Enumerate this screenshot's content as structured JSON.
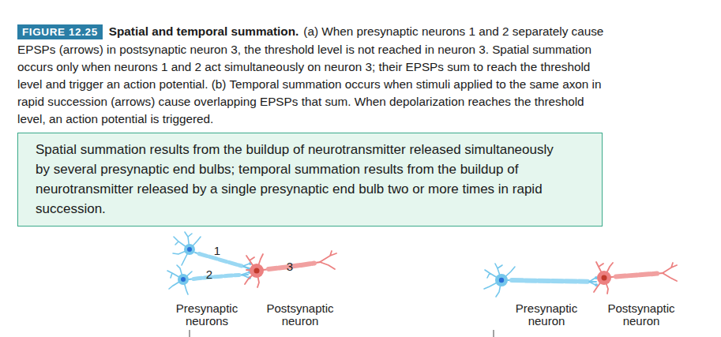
{
  "diagram": {
    "title": "Spatial and temporal summation.",
    "caption": "(a) When presynaptic neurons 1 and 2 separately cause EPSPs (arrows) in postsynaptic neuron 3, the threshold level is not reached in neuron 3. Spatial summation occurs only when neurons 1 and 2 act simultaneously on neuron 3; their EPSPs sum to reach the threshold level and trigger an action potential. (b) Temporal summation occurs when stimuli applied to the same axon in rapid succession (arrows) cause overlapping EPSPs that sum. When depolarization reaches the threshold level, an action potential is triggered.",
    "nodes": [
      {
        "text": [
          "Spatial summation results from the buildup of neurotransmitter released simultaneously by several presynaptic end bulbs; temporal summation results from the buildup of neurotransmitter released by a single presynaptic end bulb two or more times in rapid succession."
        ]
      }
    ],
    "labels": [
      "FIGURE 12.25",
      "1",
      "2",
      "3",
      "Presynaptic neurons",
      "Postsynaptic neuron",
      "Presynaptic neuron",
      "Postsynaptic neuron"
    ]
  }
}
